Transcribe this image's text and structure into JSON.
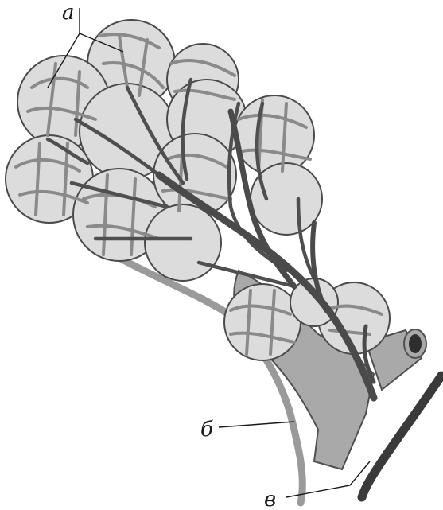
{
  "labels": {
    "a": "а",
    "b": "б",
    "v": "в"
  },
  "colors": {
    "alveolus_fill": "#dcdcdc",
    "alveolus_outline": "#4a4a4a",
    "light_capillary": "#8a8a8a",
    "dark_capillary": "#4f4f4f",
    "duct_fill": "#a9a9a9",
    "artery": "#3a3a3a"
  }
}
